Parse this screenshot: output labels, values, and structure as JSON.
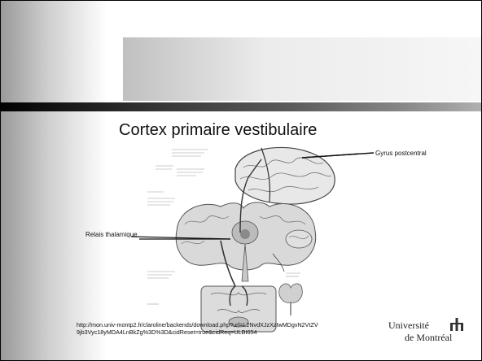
{
  "slide": {
    "title": "Cortex primaire vestibulaire",
    "labels": {
      "gyrus": "Gyrus postcentral",
      "relais": "Relais thalamique"
    },
    "source_url": "http://mon.univ-montp2.fr/claroline/backends/download.php?url=L2NvdXJzXzIwMDgvN2VtZV9jb3Vyc18yMDA4LnBkZg%3D%3D&cidReset=true&cidReq=ULBI654"
  },
  "logo": {
    "line1": "Université",
    "line2": "de Montréal"
  },
  "icons": [
    "brain-illustration",
    "university-logo-mark"
  ]
}
